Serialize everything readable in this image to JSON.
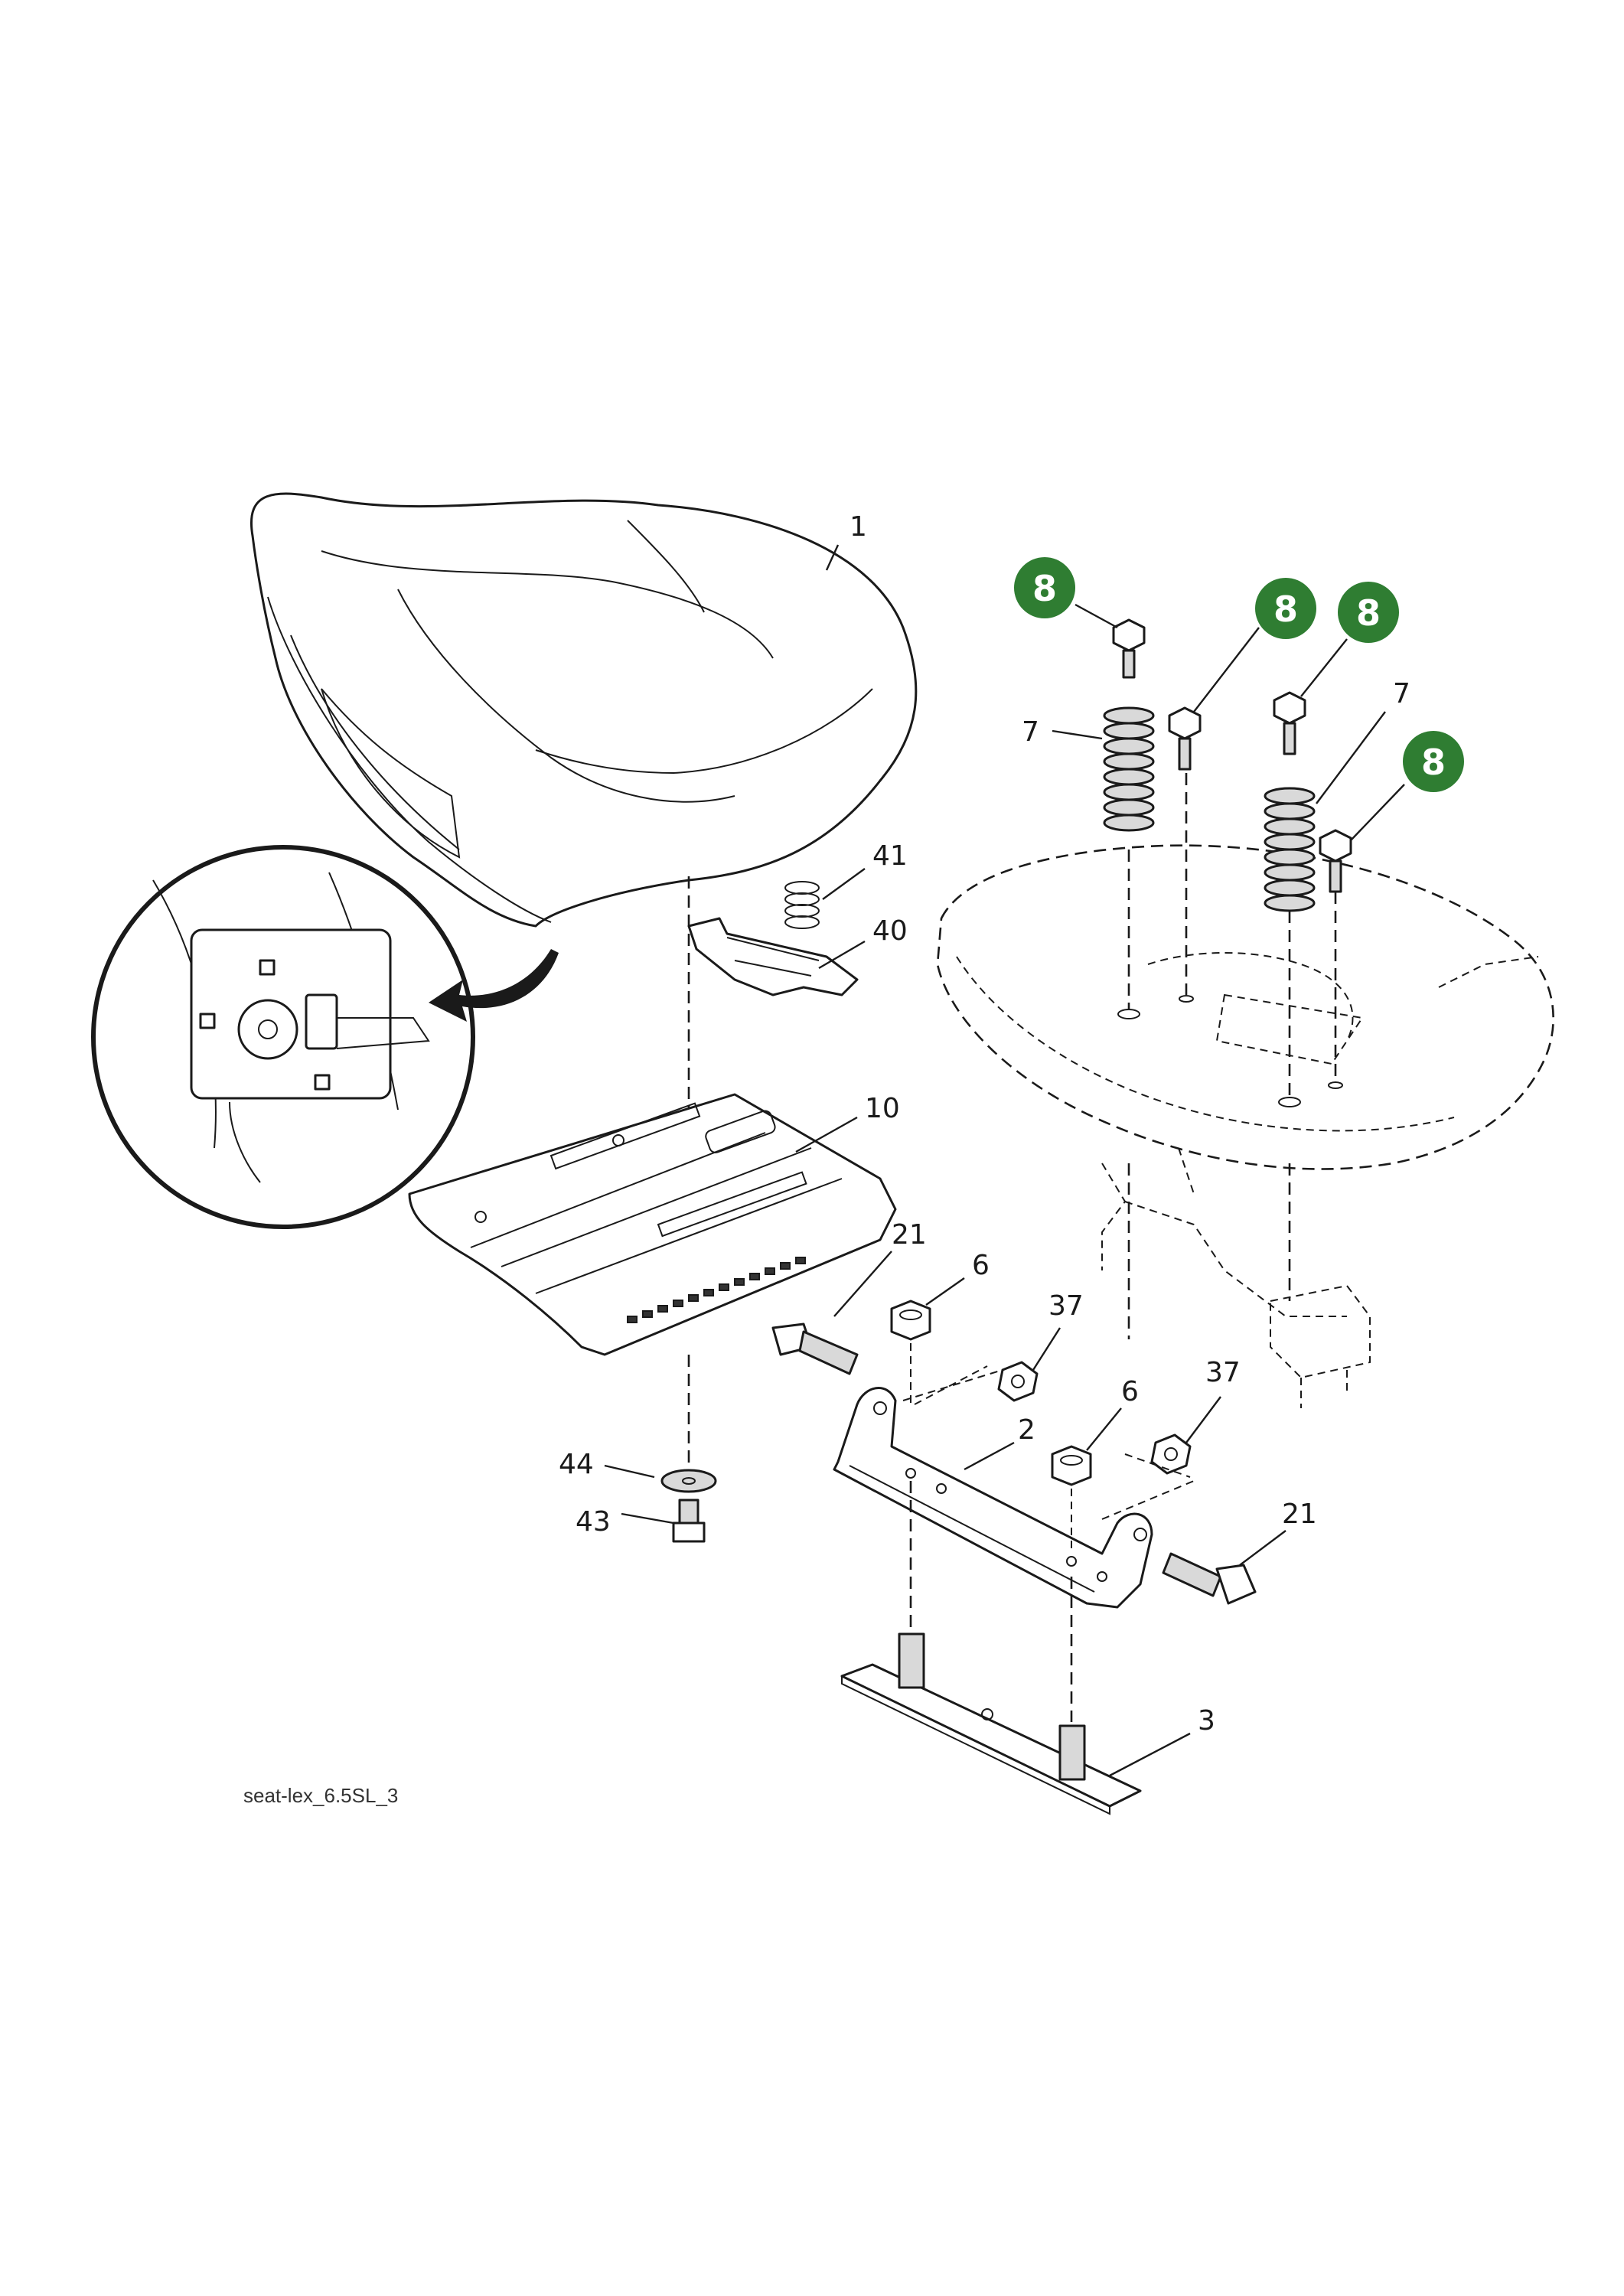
{
  "caption": "seat-lex_6.5SL_3",
  "labels": {
    "seat": "1",
    "spring_clip": "41",
    "latch": "40",
    "slide_plate": "10",
    "bolt_left": "21",
    "nut_left_6": "6",
    "nut_left_37": "37",
    "nut_right_6": "6",
    "nut_right_37": "37",
    "bracket": "2",
    "bolt_right": "21",
    "washer": "44",
    "screw": "43",
    "stud_plate": "3",
    "spring_left": "7",
    "spring_right": "7"
  },
  "badges": [
    "8",
    "8",
    "8",
    "8"
  ],
  "colors": {
    "badge": "#2f7d32",
    "line": "#1a1a1a"
  }
}
